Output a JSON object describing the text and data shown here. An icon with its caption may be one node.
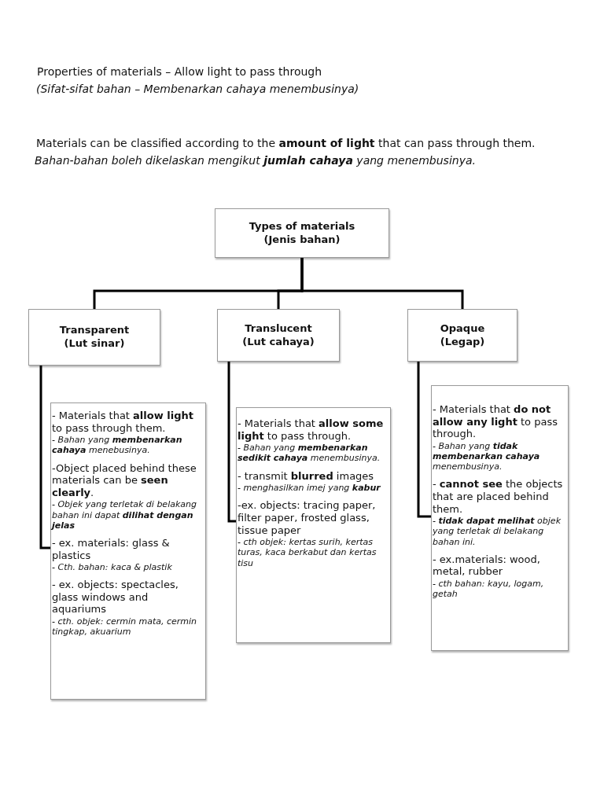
{
  "diagram": {
    "title": "Properties of materials – Allow light to pass through",
    "nodes": [
      {
        "text": [
          "Types of materials",
          "(Jenis bahan)"
        ]
      },
      {
        "text": [
          "Transparent",
          "(Lut sinar)"
        ]
      },
      {
        "text": [
          "Translucent",
          "(Lut cahaya)"
        ]
      },
      {
        "text": [
          "Opaque",
          "(Legap)"
        ]
      },
      {
        "text": [
          "- Materials that **allow light** to pass through them.",
          "- Bahan yang **membenarkan cahaya** menebusinya.",
          "-Object placed behind these materials can be **seen clearly**.",
          "- Objek yang terletak di belakang bahan ini dapat **dilihat dengan jelas**",
          "- ex. materials: glass & plastics",
          "- Cth. bahan: kaca & plastik",
          "- ex. objects: spectacles, glass windows and aquariums",
          "- cth. objek: cermin mata, cermin tingkap, akuarium"
        ]
      },
      {
        "text": [
          "- Materials that **allow some light** to pass through.",
          "- Bahan yang **membenarkan sedikit cahaya** menembusinya.",
          "- transmit **blurred** images",
          "- menghasilkan imej yang **kabur**",
          "-ex. objects: tracing paper, filter paper, frosted glass, tissue paper",
          "- cth objek: kertas surih, kertas turas, kaca berkabut dan kertas tisu"
        ]
      },
      {
        "text": [
          "- Materials that **do not allow any light** to pass through.",
          "- Bahan yang **tidak membenarkan cahaya** menembusinya.",
          "- **cannot see** the objects that are placed behind them.",
          "- **tidak dapat melihat** objek yang terletak di belakang bahan ini.",
          "- ex.materials: wood, metal, rubber",
          "- cth bahan: kayu, logam, getah"
        ]
      }
    ],
    "edges": [
      {
        "from": 0,
        "to": 1,
        "arrow": "none"
      },
      {
        "from": 0,
        "to": 2,
        "arrow": "none"
      },
      {
        "from": 0,
        "to": 3,
        "arrow": "none"
      },
      {
        "from": 1,
        "to": 4,
        "arrow": "none"
      },
      {
        "from": 2,
        "to": 5,
        "arrow": "none"
      },
      {
        "from": 3,
        "to": 6,
        "arrow": "none"
      }
    ],
    "labels": [
      "(Sifat-sifat bahan – Membenarkan cahaya menembusinya)",
      "Materials can be classified according to the **amount of light** that can pass through them.",
      "Bahan-bahan boleh dikelaskan mengikut **jumlah cahaya** yang menembusinya."
    ]
  }
}
